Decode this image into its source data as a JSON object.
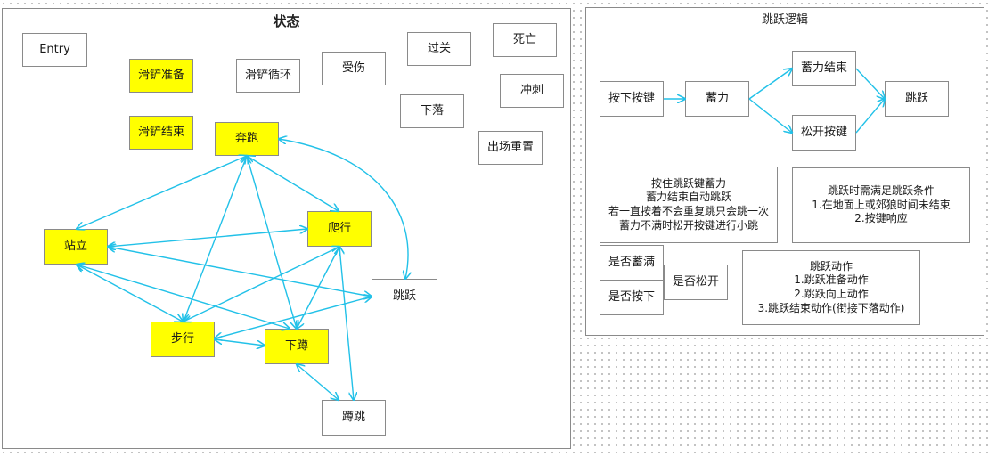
{
  "colors": {
    "highlight": "#ffff00",
    "arrow": "#22c1e8",
    "border": "#8a8a8a"
  },
  "states_panel": {
    "title": "状态",
    "nodes": {
      "entry": "Entry",
      "slide_prepare": "滑铲准备",
      "slide_loop": "滑铲循环",
      "hurt": "受伤",
      "pass": "过关",
      "death": "死亡",
      "dash": "冲刺",
      "fall": "下落",
      "respawn_reset": "出场重置",
      "slide_end": "滑铲结束",
      "run": "奔跑",
      "stand": "站立",
      "crawl": "爬行",
      "jump": "跳跃",
      "walk": "步行",
      "crouch": "下蹲",
      "crouch_jump": "蹲跳"
    }
  },
  "jump_panel": {
    "title": "跳跃逻辑",
    "flow": {
      "press_key": "按下按键",
      "charge": "蓄力",
      "charge_end": "蓄力结束",
      "release_key": "松开按键",
      "jump": "跳跃"
    },
    "notes": {
      "charge_note": "按住跳跃键蓄力\n蓄力结束自动跳跃\n若一直按着不会重复跳只会跳一次\n蓄力不满时松开按键进行小跳",
      "condition_note": "跳跃时需满足跳跃条件\n1.在地面上或郊狼时间未结束\n2.按键响应",
      "is_full": "是否蓄满",
      "is_pressed": "是否按下",
      "is_released": "是否松开",
      "actions_note": "跳跃动作\n1.跳跃准备动作\n2.跳跃向上动作\n3.跳跃结束动作(衔接下落动作)"
    }
  }
}
